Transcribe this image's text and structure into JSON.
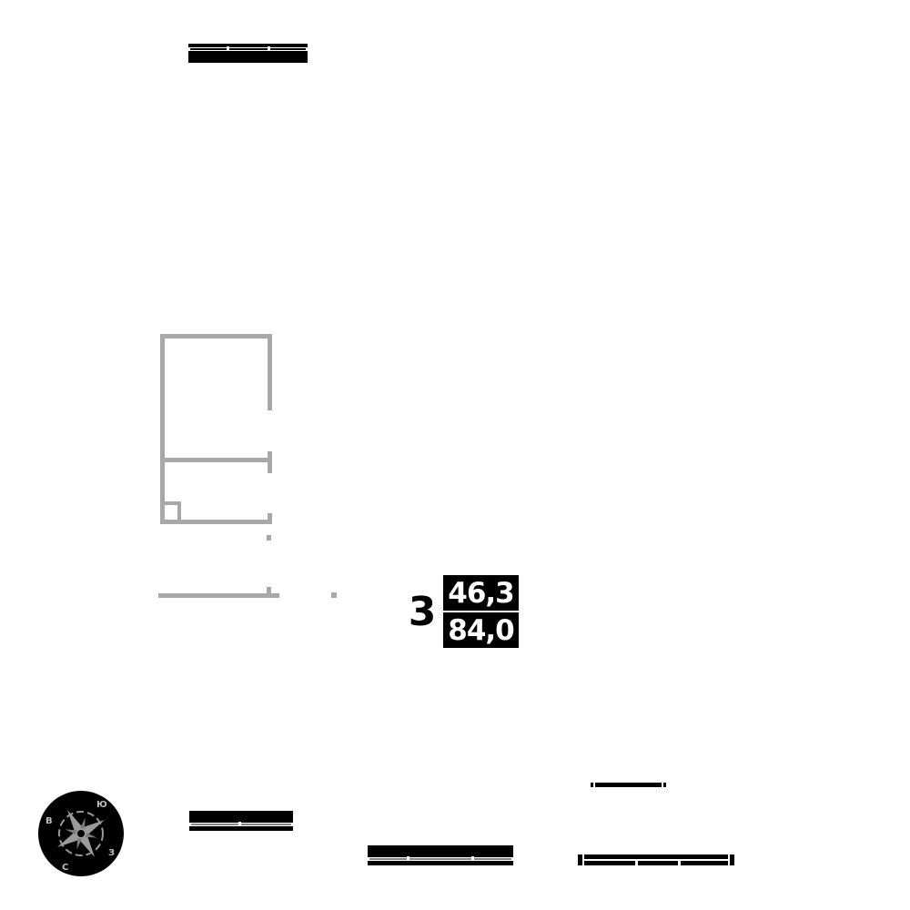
{
  "plan": {
    "wall_color": "#a8a8a8",
    "window_color": "#000000"
  },
  "apartment": {
    "rooms_count": "3",
    "living_area": "46,3",
    "total_area": "84,0"
  },
  "compass": {
    "icon": "compass-rose-icon",
    "north": "С",
    "south": "Ю",
    "east": "В",
    "west": "З"
  }
}
